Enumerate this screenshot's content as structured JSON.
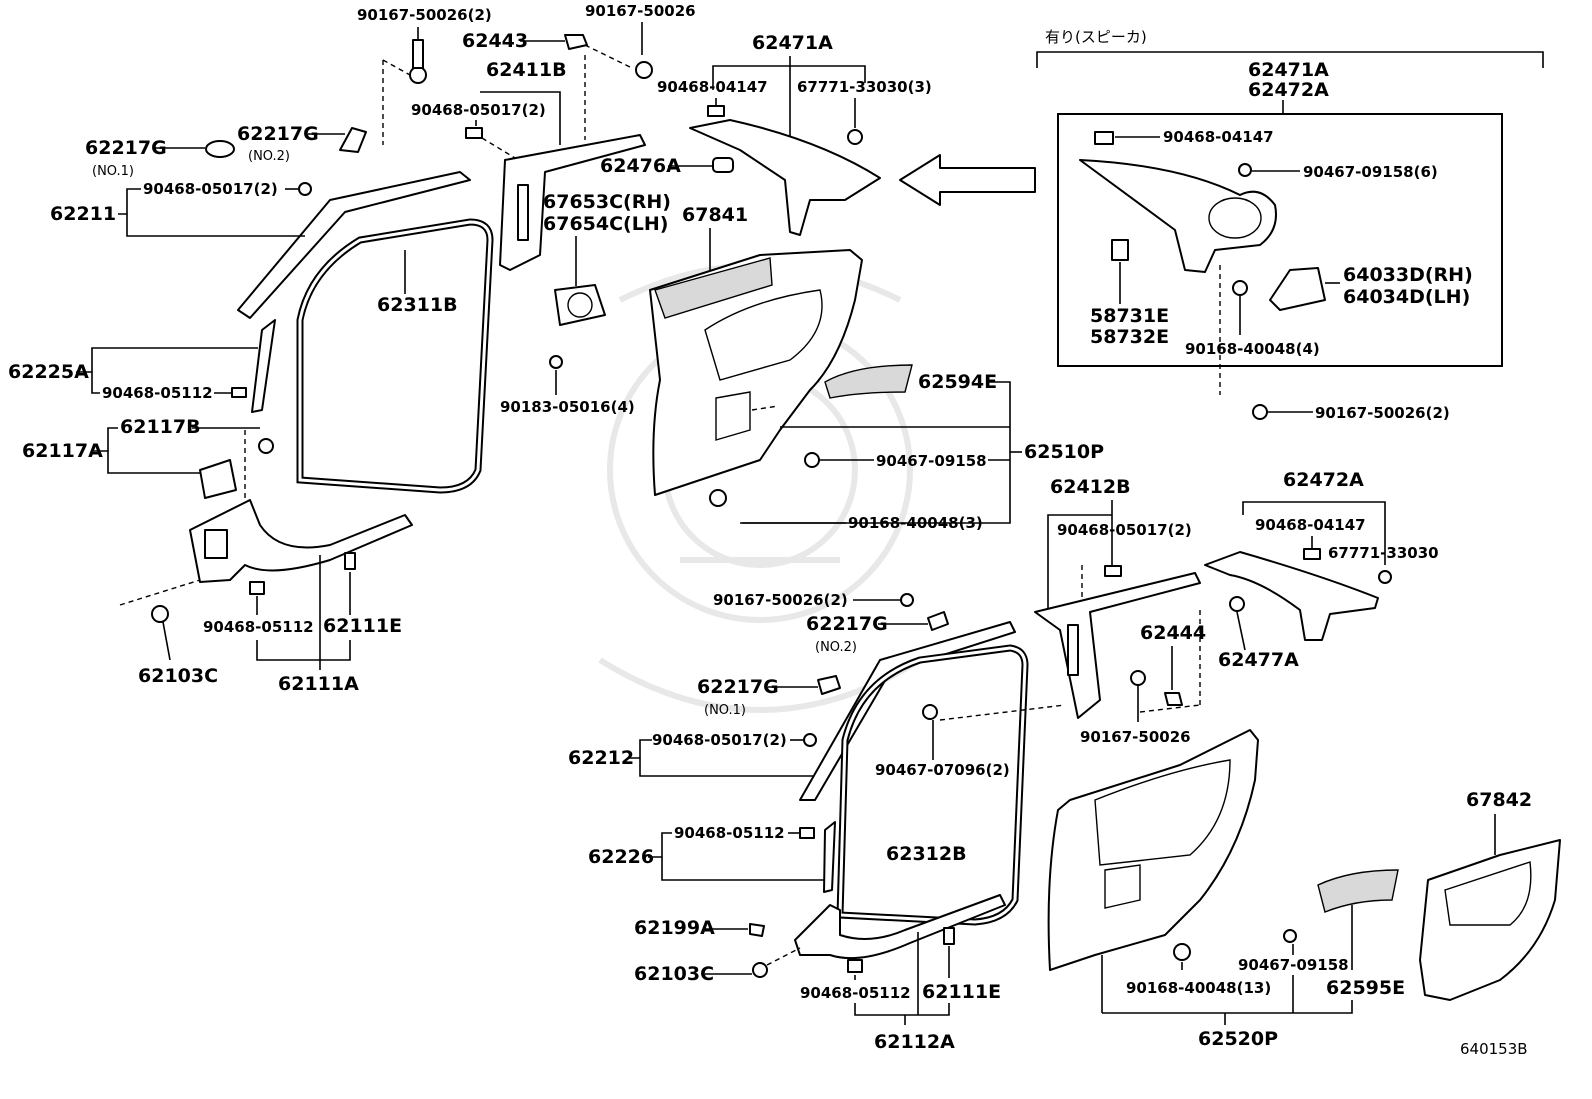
{
  "diagram_id": "640153B",
  "header": {
    "speaker_label": "有り(スピーカ)"
  },
  "labels": {
    "p90167_50026_2_top": "90167-50026(2)",
    "p90167_50026_top": "90167-50026",
    "p62443": "62443",
    "p62411B": "62411B",
    "p90468_05017_2_top": "90468-05017(2)",
    "p62217G_no1": "62217G",
    "p62217G_no1_sub": "(NO.1)",
    "p62217G_no2": "62217G",
    "p62217G_no2_sub": "(NO.2)",
    "p62211": "62211",
    "p90468_05017_2_a": "90468-05017(2)",
    "p62311B": "62311B",
    "p62225A": "62225A",
    "p90468_05112_a": "90468-05112",
    "p62117A": "62117A",
    "p62117B": "62117B",
    "p90468_05112_b": "90468-05112",
    "p62111E_a": "62111E",
    "p62103C_a": "62103C",
    "p62111A": "62111A",
    "p62471A_top": "62471A",
    "p90468_04147_top": "90468-04147",
    "p67771_33030_3": "67771-33030(3)",
    "p62476A": "62476A",
    "p67653C": "67653C(RH)",
    "p67654C": "67654C(LH)",
    "p67841": "67841",
    "p90183_05016_4": "90183-05016(4)",
    "p62594E": "62594E",
    "p62510P": "62510P",
    "p90467_09158_mid": "90467-09158",
    "p90168_40048_3": "90168-40048(3)",
    "box_62471A": "62471A",
    "box_62472A": "62472A",
    "box_90468_04147": "90468-04147",
    "box_90467_09158_6": "90467-09158(6)",
    "box_58731E": "58731E",
    "box_58732E": "58732E",
    "box_64033D": "64033D(RH)",
    "box_64034D": "64034D(LH)",
    "box_90168_40048_4": "90168-40048(4)",
    "p90167_50026_2_right": "90167-50026(2)",
    "p62412B": "62412B",
    "p90468_05017_2_r": "90468-05017(2)",
    "p62472A": "62472A",
    "p90468_04147_r": "90468-04147",
    "p67771_33030_r": "67771-33030",
    "p62477A": "62477A",
    "p62444": "62444",
    "p90167_50026_r": "90167-50026",
    "p90167_50026_2_mid": "90167-50026(2)",
    "p62217G_r2": "62217G",
    "p62217G_r2_sub": "(NO.2)",
    "p62217G_r1": "62217G",
    "p62217G_r1_sub": "(NO.1)",
    "p62212": "62212",
    "p90468_05017_2_r2": "90468-05017(2)",
    "p90467_07096_2": "90467-07096(2)",
    "p62226": "62226",
    "p90468_05112_r": "90468-05112",
    "p62312B": "62312B",
    "p62199A": "62199A",
    "p62103C_r": "62103C",
    "p90468_05112_r2": "90468-05112",
    "p62111E_r": "62111E",
    "p62112A": "62112A",
    "p67842": "67842",
    "p90168_40048_13": "90168-40048(13)",
    "p90467_09158_r": "90467-09158",
    "p62595E": "62595E",
    "p62520P": "62520P",
    "footer_code": "640153B"
  }
}
